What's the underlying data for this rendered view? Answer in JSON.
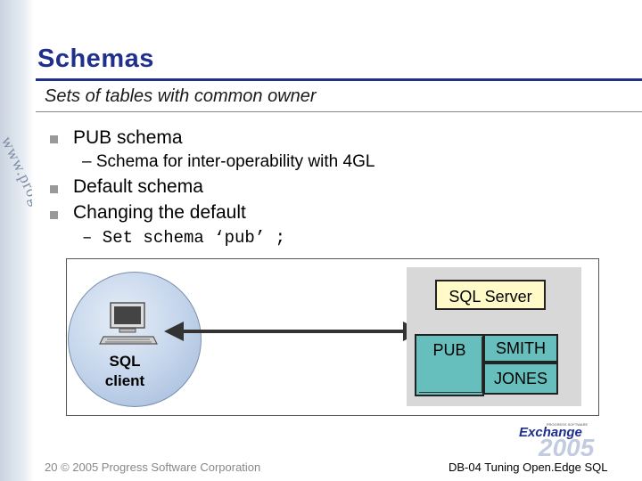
{
  "slide": {
    "title": "Schemas",
    "subtitle": "Sets of tables with common owner",
    "bullets": [
      {
        "text": "PUB schema"
      },
      {
        "text": "Default schema"
      },
      {
        "text": "Changing the default"
      }
    ],
    "sub_bullets": [
      {
        "text": "– Schema for inter-operability with 4GL"
      },
      {
        "text": "– Set schema ‘pub’ ;"
      }
    ],
    "side_text": "www.progress.com"
  },
  "diagram": {
    "client_label_line1": "SQL",
    "client_label_line2": "client",
    "server_label": "SQL Server",
    "schemas": [
      "PUB",
      "SMITH",
      "JONES"
    ]
  },
  "footer": {
    "left": "20 © 2005 Progress Software Corporation",
    "right": "DB-04 Tuning Open.Edge SQL",
    "logo_word": "Exchange",
    "logo_year": "2005",
    "logo_small": "PROGRESS SOFTWARE"
  },
  "colors": {
    "title": "#1f2f8c",
    "schema_fill": "#66bfbd",
    "server_label_fill": "#fffac8",
    "arrow": "#333333"
  }
}
